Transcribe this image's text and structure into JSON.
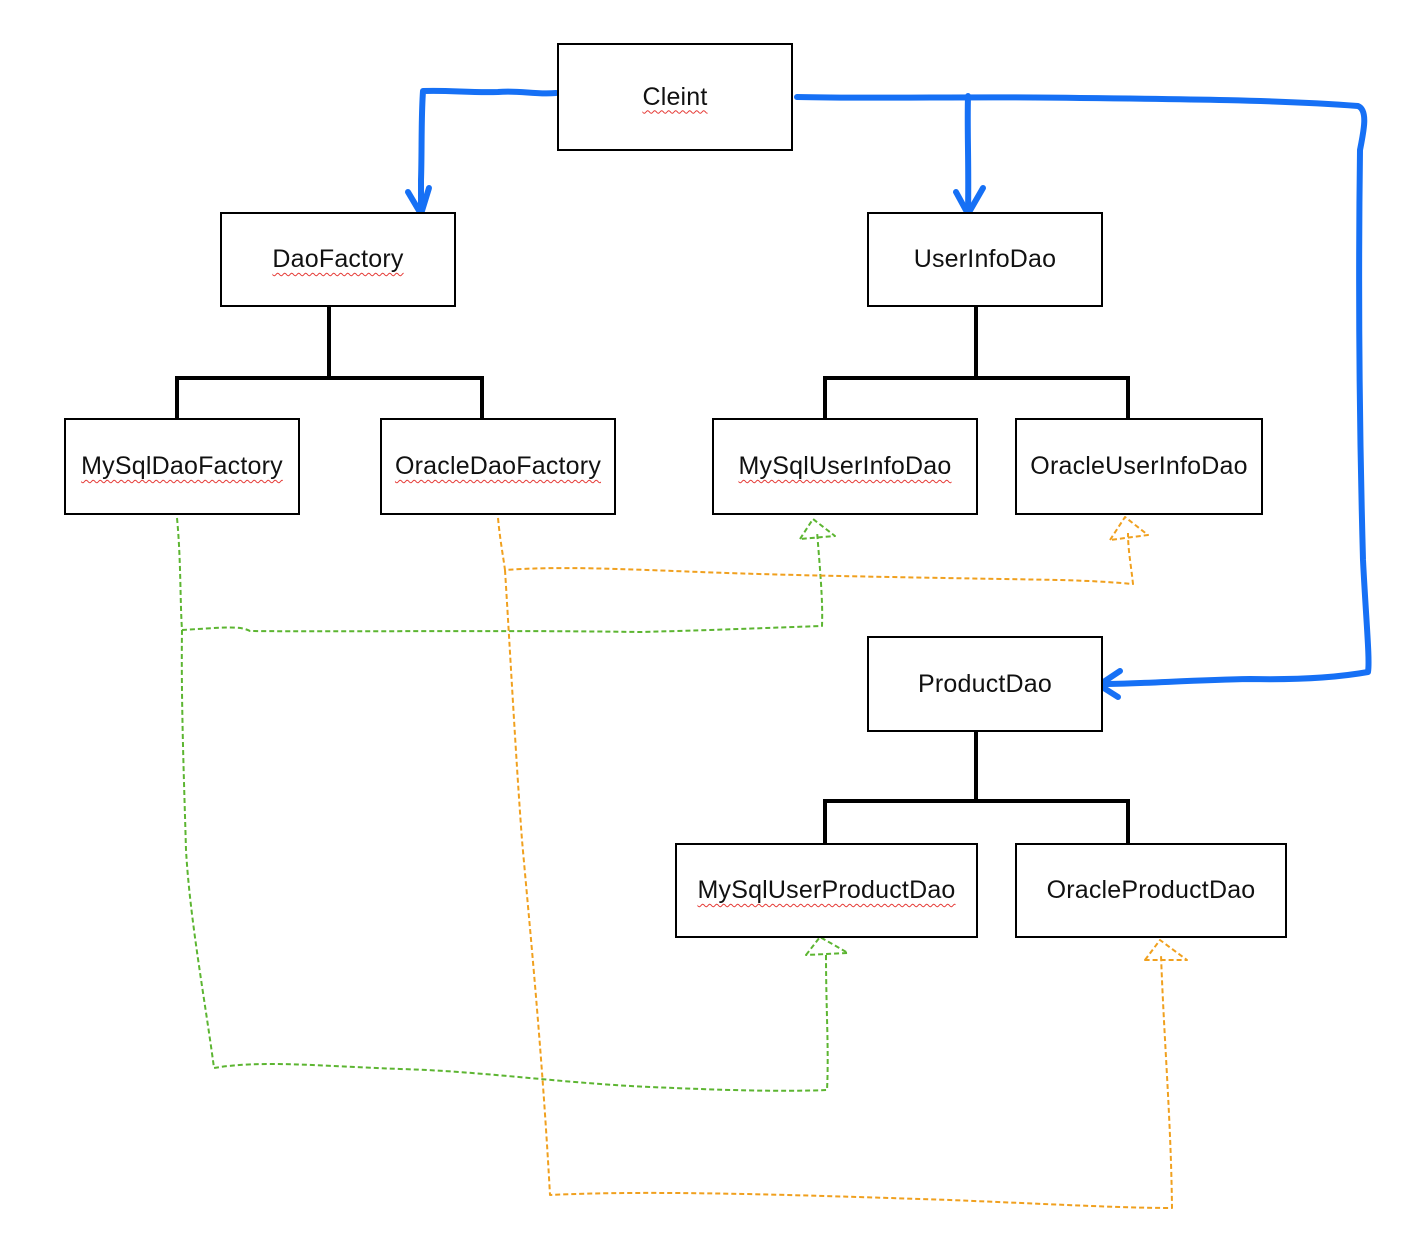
{
  "nodes": {
    "client": {
      "label": "Cleint",
      "spellcheck": true
    },
    "dao_factory": {
      "label": "DaoFactory",
      "spellcheck": true
    },
    "mysql_dao_factory": {
      "label": "MySqlDaoFactory",
      "spellcheck": true
    },
    "oracle_dao_factory": {
      "label": "OracleDaoFactory",
      "spellcheck": true
    },
    "user_info_dao": {
      "label": "UserInfoDao",
      "spellcheck": false
    },
    "mysql_user_info_dao": {
      "label": "MySqlUserInfoDao",
      "spellcheck": true
    },
    "oracle_user_info_dao": {
      "label": "OracleUserInfoDao",
      "spellcheck": false
    },
    "product_dao": {
      "label": "ProductDao",
      "spellcheck": false
    },
    "mysql_user_product_dao": {
      "label": "MySqlUserProductDao",
      "spellcheck": true
    },
    "oracle_product_dao": {
      "label": "OracleProductDao",
      "spellcheck": false
    }
  },
  "edges": [
    {
      "from": "client",
      "to": "dao_factory",
      "style": "solid-arrow",
      "color": "#1670f5"
    },
    {
      "from": "client",
      "to": "user_info_dao",
      "style": "solid-arrow",
      "color": "#1670f5"
    },
    {
      "from": "client",
      "to": "product_dao",
      "style": "solid-arrow",
      "color": "#1670f5"
    },
    {
      "from": "dao_factory",
      "to": [
        "mysql_dao_factory",
        "oracle_dao_factory"
      ],
      "style": "hierarchy",
      "color": "#000000"
    },
    {
      "from": "user_info_dao",
      "to": [
        "mysql_user_info_dao",
        "oracle_user_info_dao"
      ],
      "style": "hierarchy",
      "color": "#000000"
    },
    {
      "from": "product_dao",
      "to": [
        "mysql_user_product_dao",
        "oracle_product_dao"
      ],
      "style": "hierarchy",
      "color": "#000000"
    },
    {
      "from": "mysql_dao_factory",
      "to": "mysql_user_info_dao",
      "style": "dashed-hollow-arrow",
      "color": "#5cb531"
    },
    {
      "from": "mysql_dao_factory",
      "to": "mysql_user_product_dao",
      "style": "dashed-hollow-arrow",
      "color": "#5cb531"
    },
    {
      "from": "oracle_dao_factory",
      "to": "oracle_user_info_dao",
      "style": "dashed-hollow-arrow",
      "color": "#f0a01e"
    },
    {
      "from": "oracle_dao_factory",
      "to": "oracle_product_dao",
      "style": "dashed-hollow-arrow",
      "color": "#f0a01e"
    }
  ],
  "colors": {
    "client_arrows": "#1670f5",
    "mysql_dependency": "#5cb531",
    "oracle_dependency": "#f0a01e",
    "box_border": "#000000",
    "spellcheck_underline": "#e53935"
  }
}
